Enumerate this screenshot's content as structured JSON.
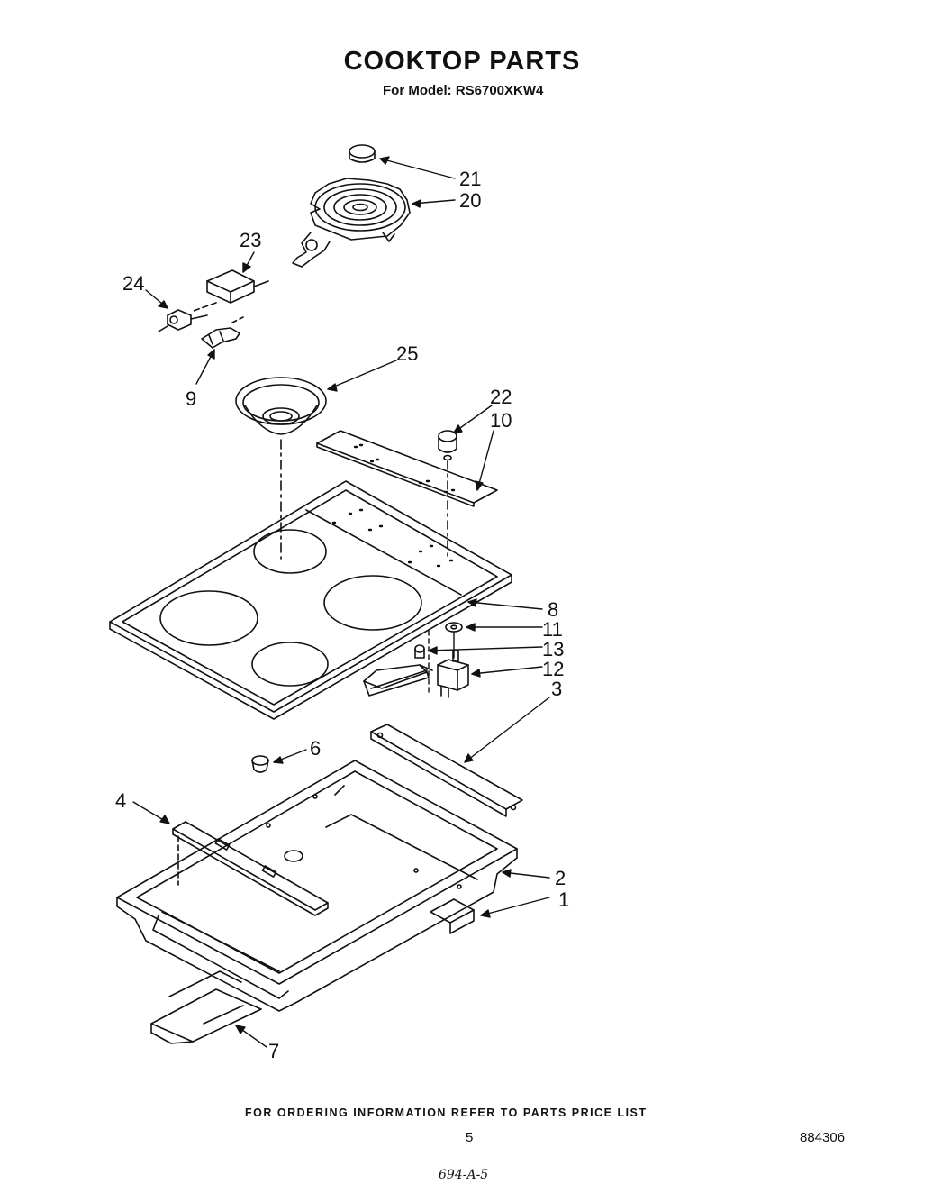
{
  "header": {
    "title": "COOKTOP PARTS",
    "subtitle": "For Model: RS6700XKW4"
  },
  "callouts": [
    "21",
    "20",
    "23",
    "24",
    "9",
    "25",
    "22",
    "10",
    "8",
    "11",
    "13",
    "12",
    "3",
    "6",
    "4",
    "2",
    "1",
    "7"
  ],
  "footer": {
    "ordering_note": "FOR ORDERING INFORMATION REFER TO PARTS PRICE LIST",
    "page_number": "5",
    "document_number": "884306",
    "handwritten_note": "694-A-5"
  }
}
